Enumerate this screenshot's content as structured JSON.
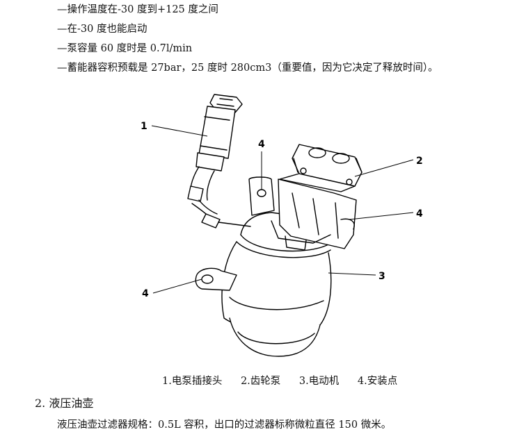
{
  "spec_lines": [
    "—操作温度在-30 度到+125 度之间",
    "—在-30 度也能启动",
    "—泵容量 60 度时是 0.7l/min",
    "—蓄能器容积预载是 27bar，25 度时 280cm3（重要值，因为它决定了释放时间）。"
  ],
  "figure": {
    "callouts": [
      "1",
      "2",
      "4",
      "4",
      "3",
      "4"
    ],
    "caption": [
      "1.电泵插接头",
      "2.齿轮泵",
      "3.电动机",
      "4.安装点"
    ]
  },
  "section": {
    "title": "2. 液压油壶",
    "body": "液压油壶过滤器规格：0.5L 容积，出口的过滤器标称微粒直径 150 微米。"
  }
}
